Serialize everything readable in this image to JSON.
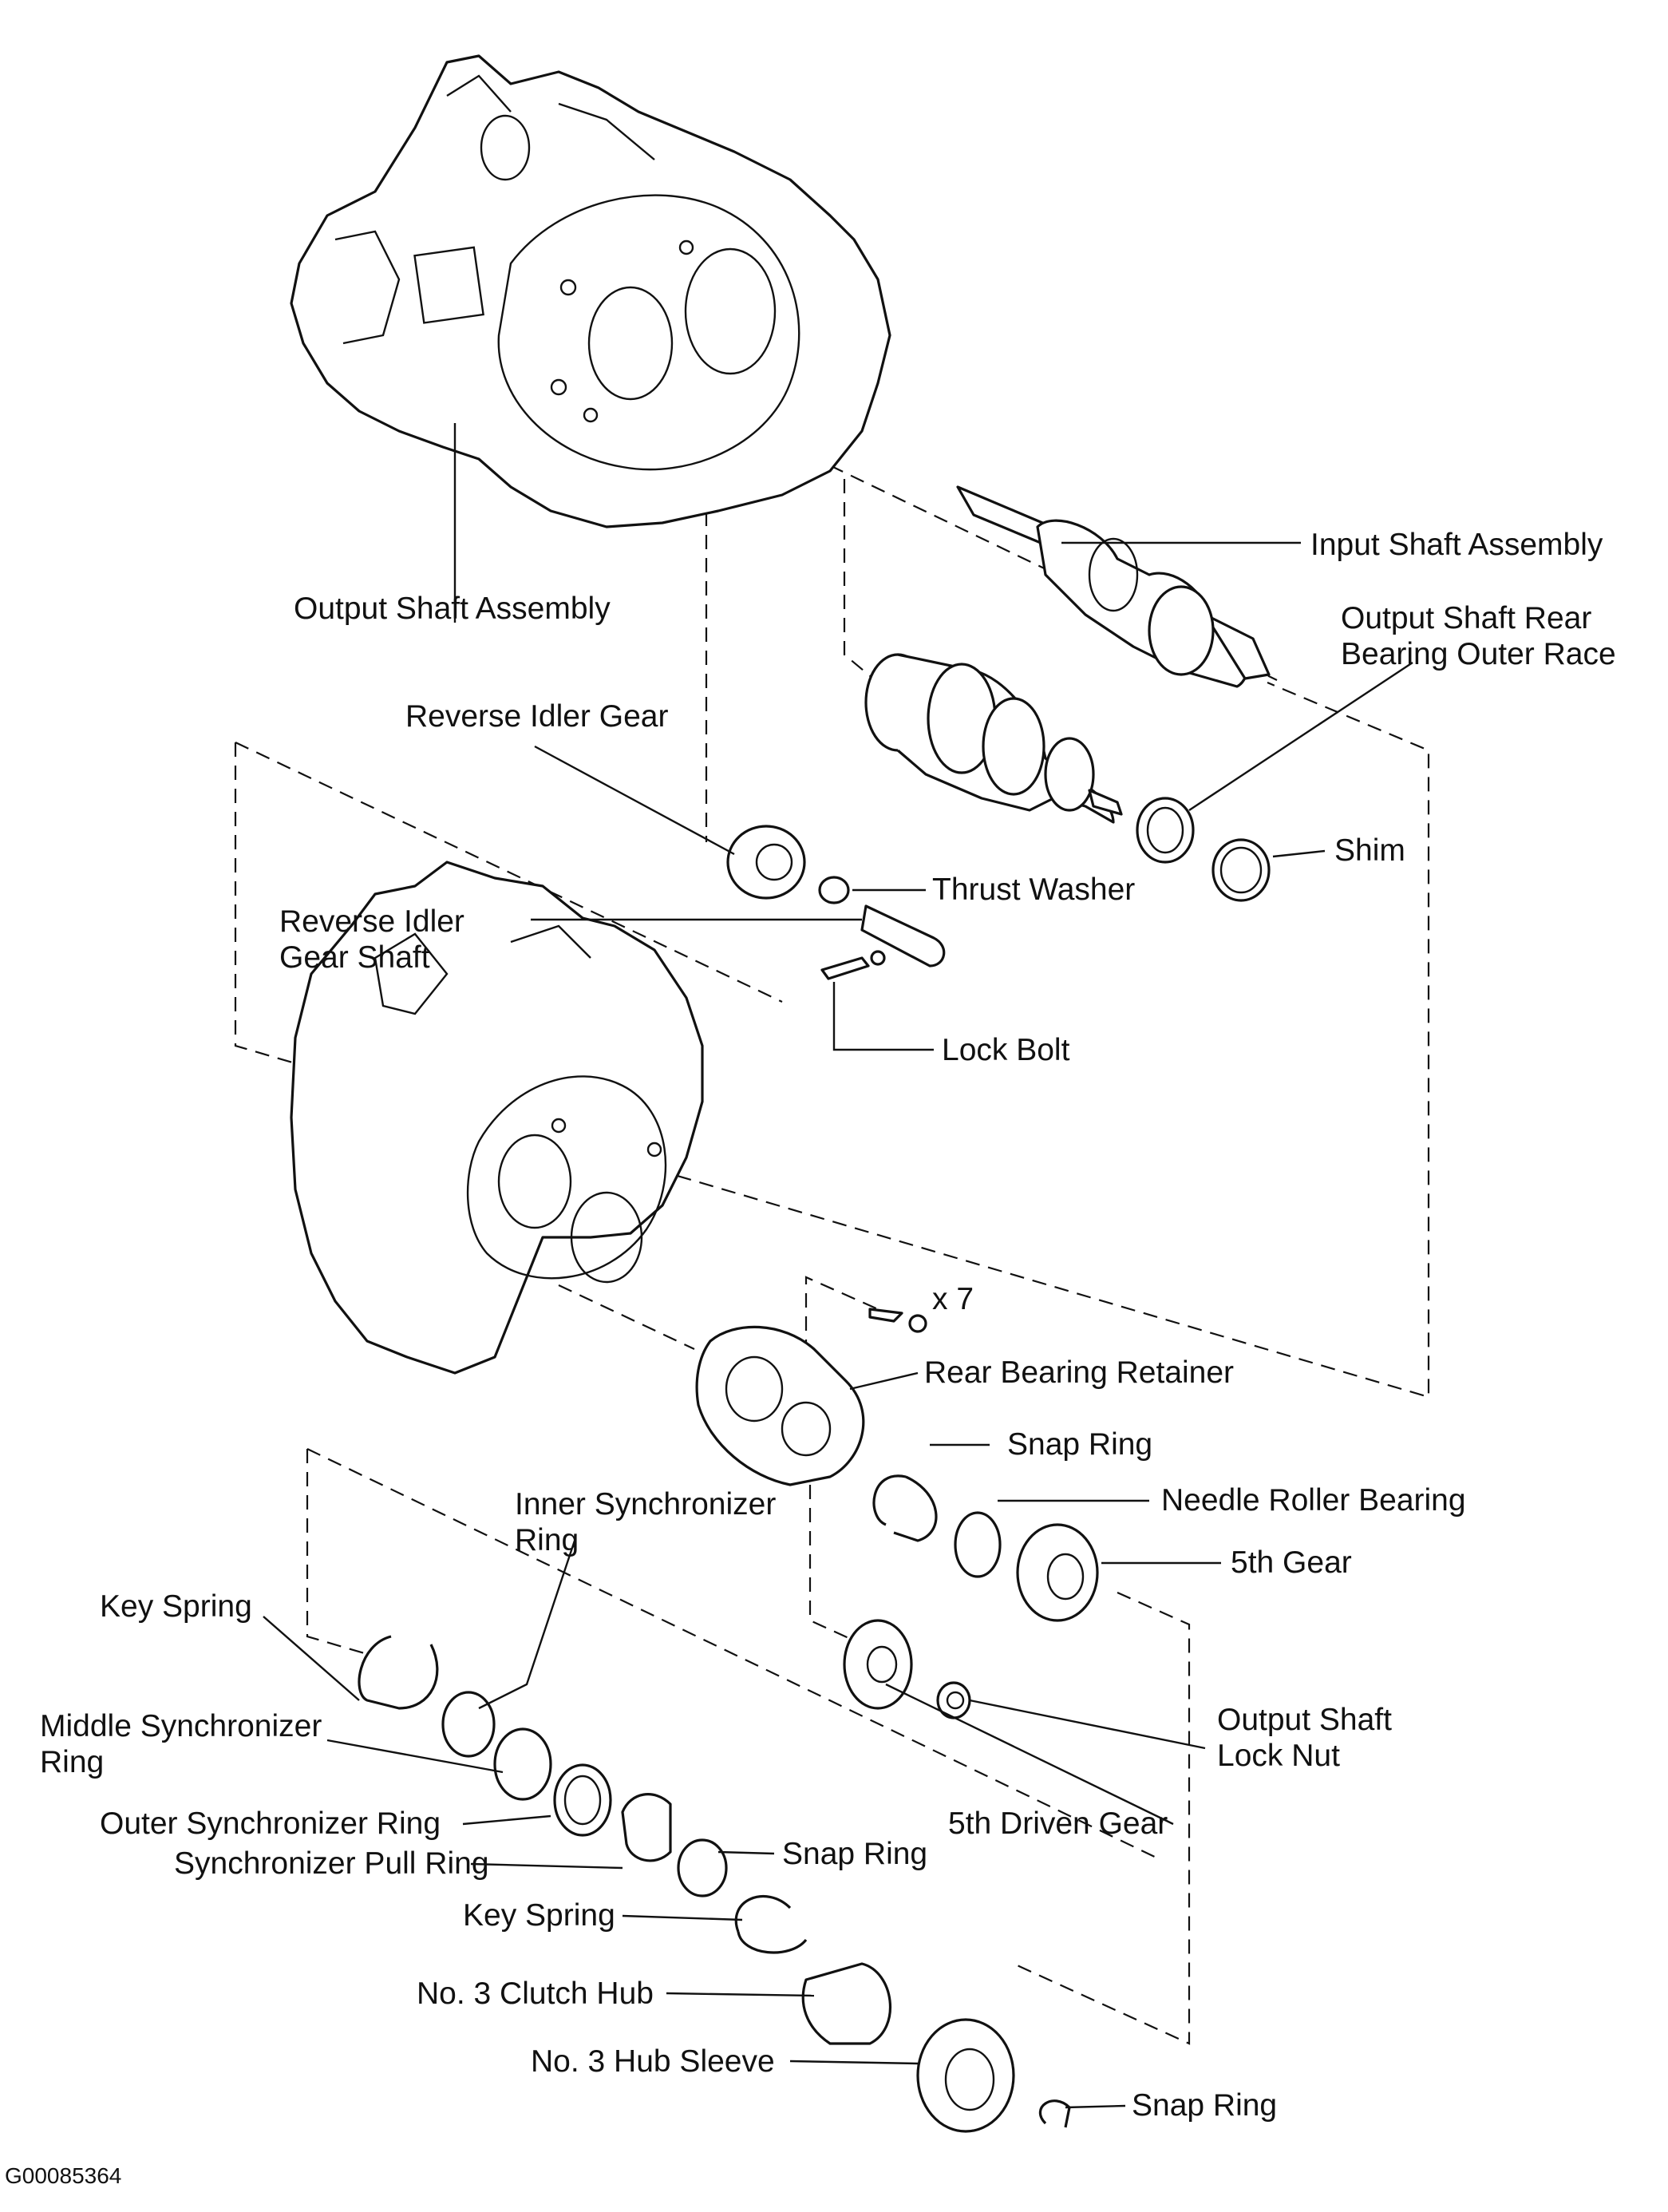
{
  "labels": {
    "input_shaft_assembly": "Input Shaft Assembly",
    "output_shaft_assembly": "Output Shaft Assembly",
    "output_shaft_rear_bearing_outer_race_1": "Output Shaft Rear",
    "output_shaft_rear_bearing_outer_race_2": "Bearing Outer Race",
    "reverse_idler_gear": "Reverse Idler Gear",
    "shim": "Shim",
    "thrust_washer": "Thrust Washer",
    "reverse_idler_gear_shaft_1": "Reverse Idler",
    "reverse_idler_gear_shaft_2": "Gear Shaft",
    "lock_bolt": "Lock Bolt",
    "bolt_count": "x 7",
    "rear_bearing_retainer": "Rear Bearing Retainer",
    "snap_ring_upper": "Snap Ring",
    "inner_synchronizer_ring_1": "Inner  Synchronizer",
    "inner_synchronizer_ring_2": "Ring",
    "needle_roller_bearing": "Needle Roller Bearing",
    "fifth_gear": "5th Gear",
    "key_spring_upper": "Key Spring",
    "middle_synchronizer_ring_1": "Middle Synchronizer",
    "middle_synchronizer_ring_2": "Ring",
    "output_shaft_lock_nut_1": "Output Shaft",
    "output_shaft_lock_nut_2": "Lock Nut",
    "outer_synchronizer_ring": "Outer Synchronizer Ring",
    "fifth_driven_gear": "5th Driven Gear",
    "synchronizer_pull_ring": "Synchronizer Pull Ring",
    "snap_ring_middle": "Snap Ring",
    "key_spring_lower": "Key Spring",
    "no3_clutch_hub": "No. 3 Clutch Hub",
    "no3_hub_sleeve": "No. 3 Hub Sleeve",
    "snap_ring_lower": "Snap Ring"
  },
  "figure_code": "G00085364"
}
